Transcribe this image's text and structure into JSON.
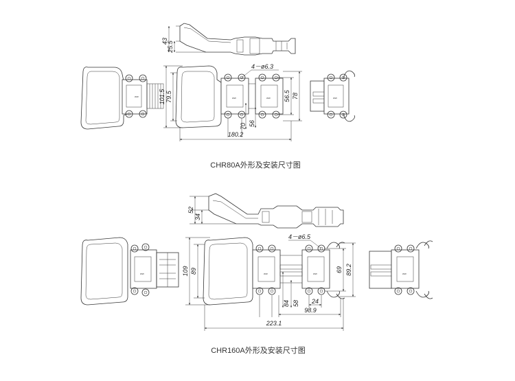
{
  "captions": {
    "chr80": "CHR80A外形及安装尺寸图",
    "chr160": "CHR160A外形及安装尺寸图"
  },
  "chr80": {
    "d_43": "43",
    "d_25_5": "25.5",
    "d_101_5": "101.5",
    "d_79_5": "79.5",
    "d_hole": "4－ø6.3",
    "d_56_5": "56.5",
    "d_78": "78",
    "d_70": "70",
    "d_56": "56",
    "d_180_2": "180.2"
  },
  "chr160": {
    "d_52": "52",
    "d_34": "34",
    "d_109": "109",
    "d_89": "89",
    "d_hole": "4－ø6.5",
    "d_69": "69",
    "d_89_2": "89.2",
    "d_84": "84",
    "d_58": "58",
    "d_24": "24",
    "d_98_9": "98.9",
    "d_223_1": "223.1"
  },
  "labels": {
    "plate": "WW"
  }
}
